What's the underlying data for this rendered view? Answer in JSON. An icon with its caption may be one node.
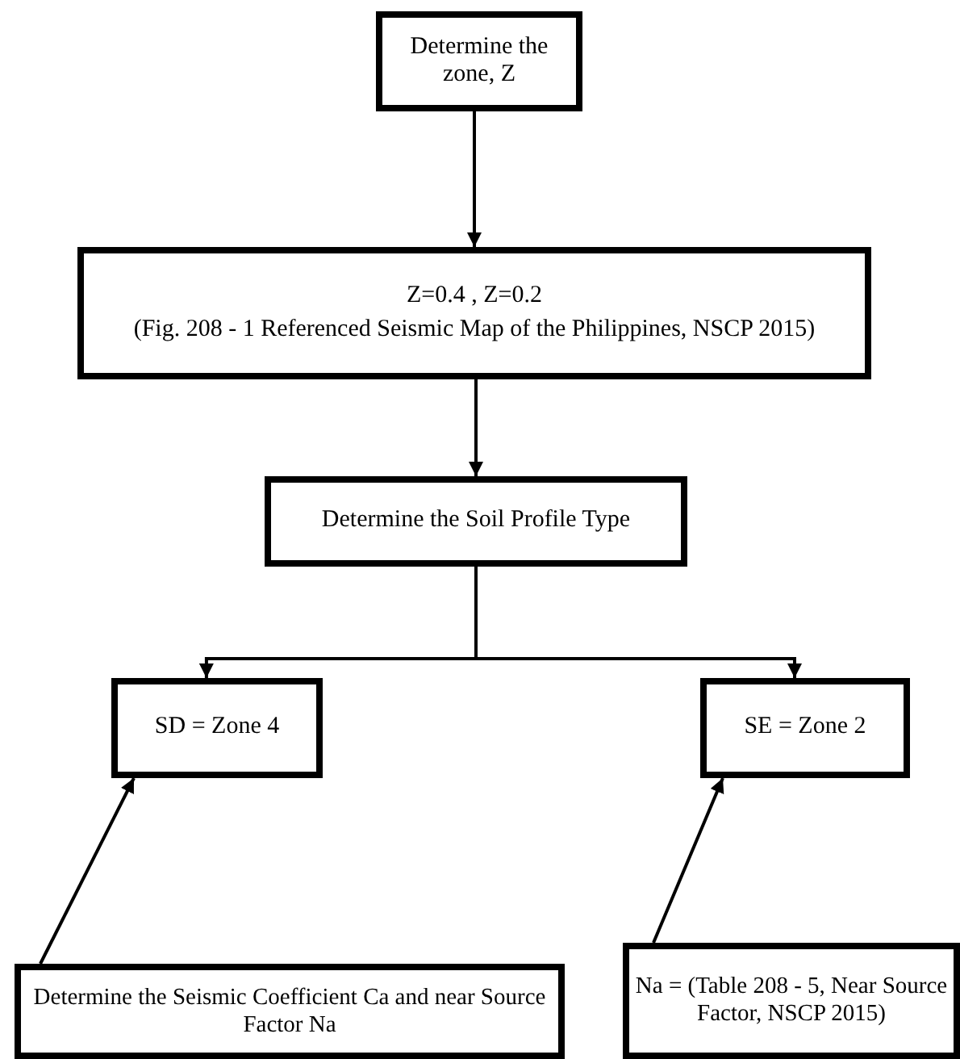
{
  "diagram": {
    "nodes": [
      {
        "text": [
          "Determine the zone, Z"
        ]
      },
      {
        "text": [
          "Z=0.4 , Z=0.2",
          "(Fig. 208 - 1 Referenced Seismic Map of the Philippines, NSCP 2015)"
        ]
      },
      {
        "text": [
          "Determine the Soil Profile Type"
        ]
      },
      {
        "text": [
          "SD = Zone 4"
        ]
      },
      {
        "text": [
          "SE = Zone 2"
        ]
      },
      {
        "text": [
          "Determine the Seismic Coefficient Ca and near Source Factor Na"
        ]
      },
      {
        "text": [
          "Na = (Table 208 - 5, Near Source Factor, NSCP 2015)"
        ]
      }
    ],
    "edges": [
      {
        "from": 0,
        "to": 1,
        "arrow": "to"
      },
      {
        "from": 1,
        "to": 2,
        "arrow": "to"
      },
      {
        "from": 2,
        "to": 3,
        "arrow": "to"
      },
      {
        "from": 2,
        "to": 4,
        "arrow": "to"
      },
      {
        "from": 5,
        "to": 3,
        "arrow": "to"
      },
      {
        "from": 6,
        "to": 4,
        "arrow": "to"
      }
    ]
  }
}
